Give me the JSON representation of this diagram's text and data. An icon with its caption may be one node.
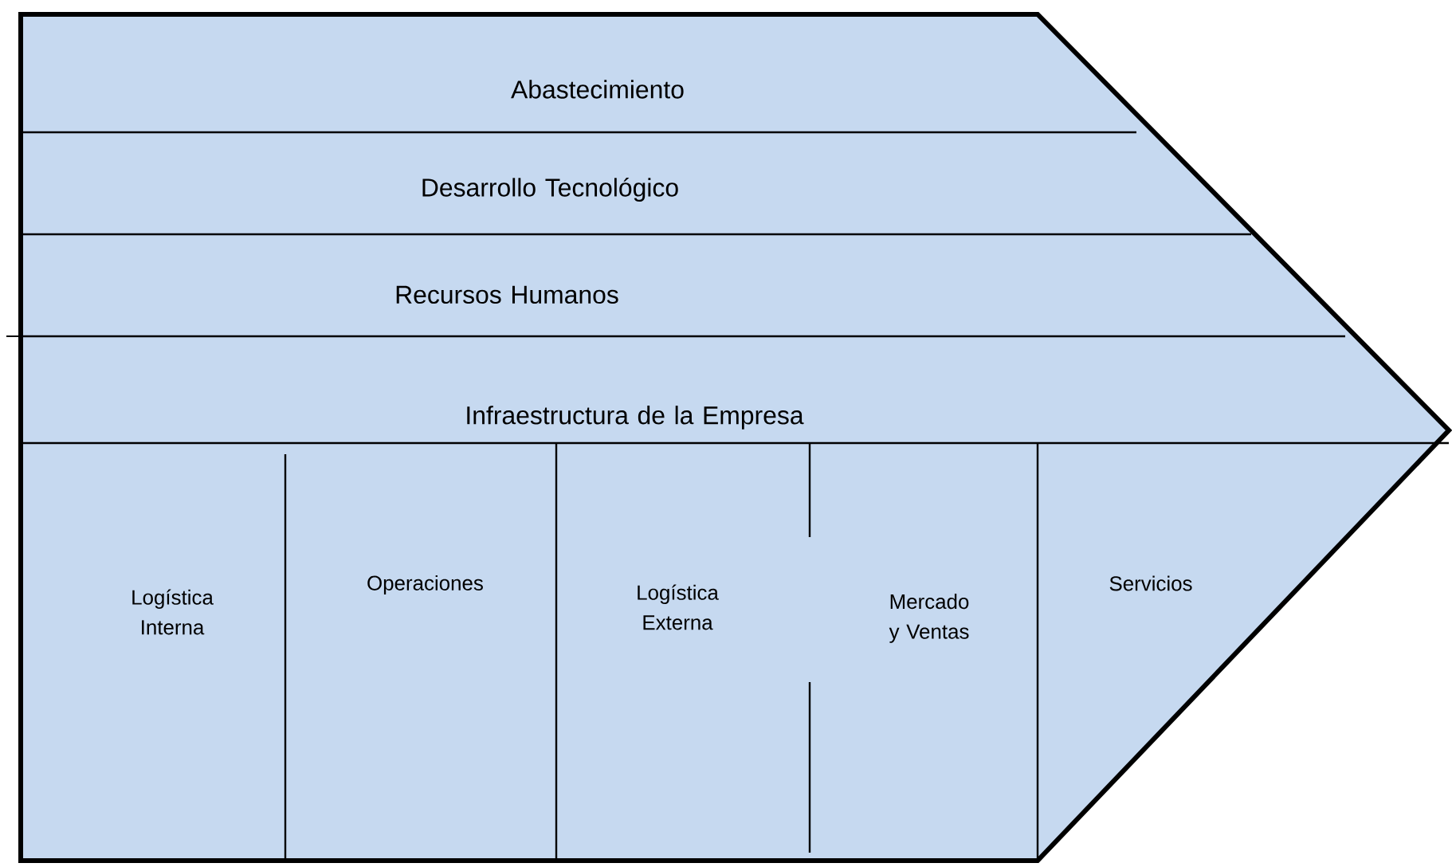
{
  "diagram": {
    "nodes": [
      {
        "text": [
          "Abastecimiento"
        ]
      },
      {
        "text": [
          "Desarrollo Tecnológico"
        ]
      },
      {
        "text": [
          "Recursos Humanos"
        ]
      },
      {
        "text": [
          "Infraestructura de la Empresa"
        ]
      },
      {
        "text": [
          "Logística Interna"
        ]
      },
      {
        "text": [
          "Operaciones"
        ]
      },
      {
        "text": [
          "Logística Externa"
        ]
      },
      {
        "text": [
          "Mercado y Ventas"
        ]
      },
      {
        "text": [
          "Servicios"
        ]
      }
    ]
  }
}
